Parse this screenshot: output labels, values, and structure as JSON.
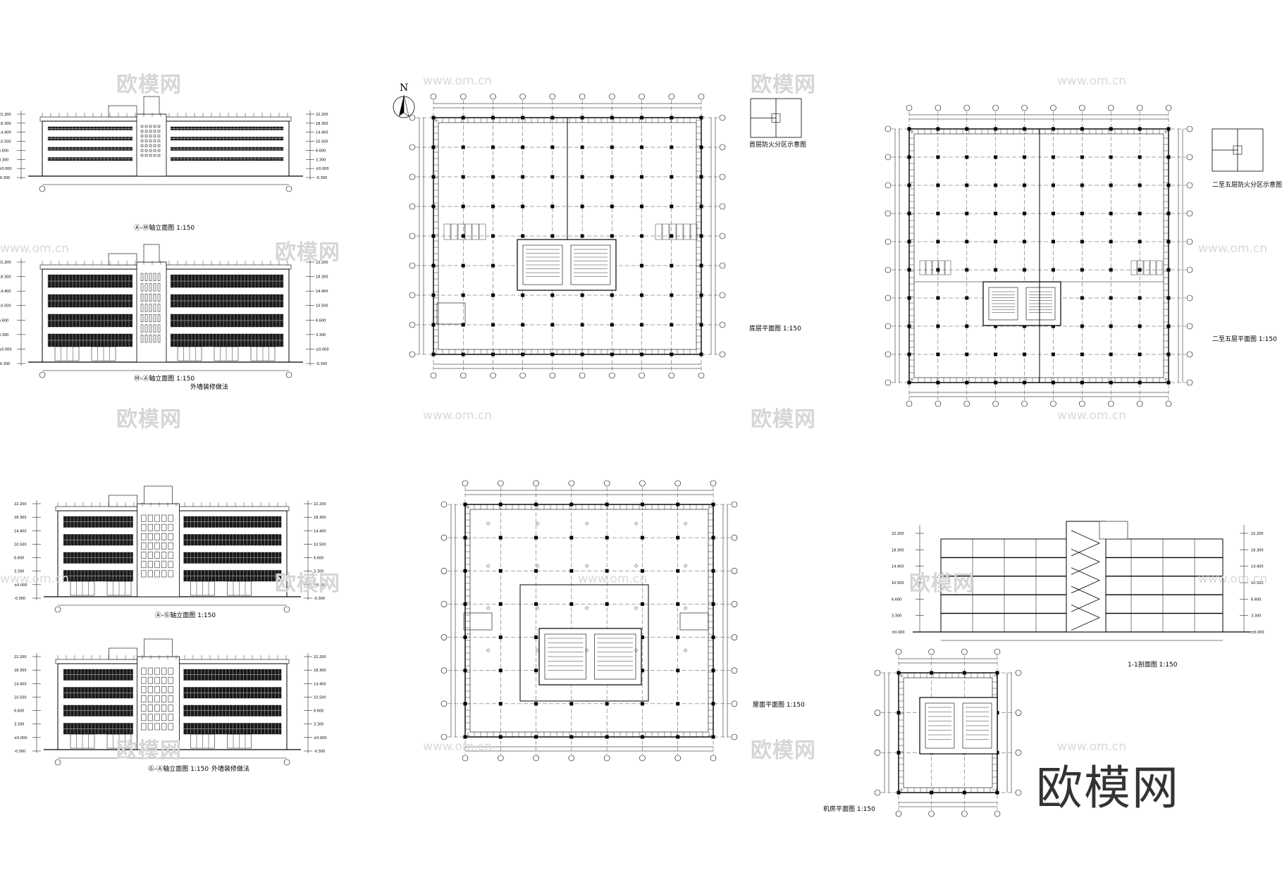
{
  "watermarks": {
    "brand": "欧模网",
    "url": "www.om.cn"
  },
  "logo": {
    "text": "欧模网"
  },
  "north_arrow": {
    "label": "N"
  },
  "drawings": {
    "elev_1": "Ⓐ-Ⓜ轴立面图 1:150",
    "elev_2": "Ⓜ-Ⓐ轴立面图 1:150",
    "elev_3": "Ⓐ-Ⓖ轴立面图 1:150",
    "elev_4": "Ⓖ-Ⓐ轴立面图 1:150",
    "plan_1": "底层平面图 1:150",
    "plan_2": "二至五层平面图 1:150",
    "plan_3": "屋面平面图 1:150",
    "section": "1-1剖面图 1:150",
    "plan_4": "机房平面图 1:150",
    "fire_1": "首层防火分区示意图",
    "fire_2": "二至五层防火分区示意图",
    "note_1": "外墙装修做法"
  },
  "elevation_marks": [
    "22.200",
    "18.300",
    "14.400",
    "10.500",
    "6.600",
    "3.300",
    "±0.000",
    "-0.300"
  ],
  "colors": {
    "line": "#000000",
    "dark": "#1a1a1a",
    "watermark": "#d6d6d6"
  }
}
